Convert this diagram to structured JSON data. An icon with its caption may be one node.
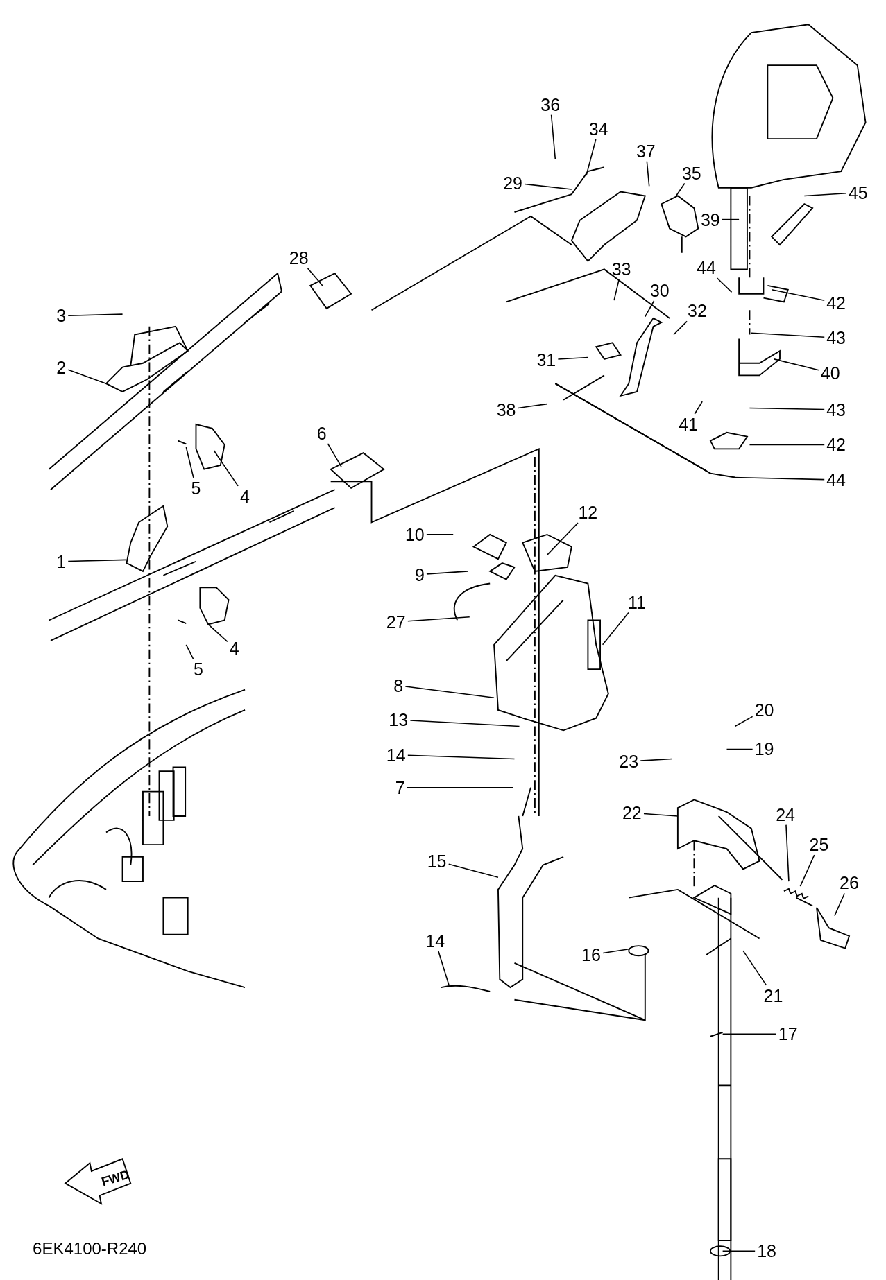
{
  "diagram": {
    "nodes": [
      {
        "text": [
          "36"
        ]
      },
      {
        "text": [
          "34"
        ]
      },
      {
        "text": [
          "37"
        ]
      },
      {
        "text": [
          "35"
        ]
      },
      {
        "text": [
          "29"
        ]
      },
      {
        "text": [
          "39"
        ]
      },
      {
        "text": [
          "45"
        ]
      },
      {
        "text": [
          "28"
        ]
      },
      {
        "text": [
          "33"
        ]
      },
      {
        "text": [
          "30"
        ]
      },
      {
        "text": [
          "44"
        ]
      },
      {
        "text": [
          "42"
        ]
      },
      {
        "text": [
          "32"
        ]
      },
      {
        "text": [
          "43"
        ]
      },
      {
        "text": [
          "3"
        ]
      },
      {
        "text": [
          "31"
        ]
      },
      {
        "text": [
          "40"
        ]
      },
      {
        "text": [
          "2"
        ]
      },
      {
        "text": [
          "38"
        ]
      },
      {
        "text": [
          "41"
        ]
      },
      {
        "text": [
          "43"
        ]
      },
      {
        "text": [
          "6"
        ]
      },
      {
        "text": [
          "42"
        ]
      },
      {
        "text": [
          "5"
        ]
      },
      {
        "text": [
          "4"
        ]
      },
      {
        "text": [
          "44"
        ]
      },
      {
        "text": [
          "1"
        ]
      },
      {
        "text": [
          "12"
        ]
      },
      {
        "text": [
          "10"
        ]
      },
      {
        "text": [
          "9"
        ]
      },
      {
        "text": [
          "11"
        ]
      },
      {
        "text": [
          "27"
        ]
      },
      {
        "text": [
          "8"
        ]
      },
      {
        "text": [
          "5"
        ]
      },
      {
        "text": [
          "4"
        ]
      },
      {
        "text": [
          "13"
        ]
      },
      {
        "text": [
          "20"
        ]
      },
      {
        "text": [
          "14"
        ]
      },
      {
        "text": [
          "19"
        ]
      },
      {
        "text": [
          "23"
        ]
      },
      {
        "text": [
          "7"
        ]
      },
      {
        "text": [
          "22"
        ]
      },
      {
        "text": [
          "24"
        ]
      },
      {
        "text": [
          "25"
        ]
      },
      {
        "text": [
          "15"
        ]
      },
      {
        "text": [
          "26"
        ]
      },
      {
        "text": [
          "14"
        ]
      },
      {
        "text": [
          "16"
        ]
      },
      {
        "text": [
          "21"
        ]
      },
      {
        "text": [
          "17"
        ]
      },
      {
        "text": [
          "18"
        ]
      }
    ],
    "edges": [
      {
        "from": 0,
        "to": null,
        "arrow": "none"
      },
      {
        "from": 1,
        "to": null,
        "arrow": "none"
      },
      {
        "from": 2,
        "to": null,
        "arrow": "none"
      },
      {
        "from": 3,
        "to": null,
        "arrow": "none"
      },
      {
        "from": 4,
        "to": null,
        "arrow": "none"
      },
      {
        "from": 5,
        "to": null,
        "arrow": "none"
      },
      {
        "from": 6,
        "to": null,
        "arrow": "none"
      },
      {
        "from": 7,
        "to": null,
        "arrow": "none"
      },
      {
        "from": 8,
        "to": null,
        "arrow": "none"
      },
      {
        "from": 9,
        "to": null,
        "arrow": "none"
      },
      {
        "from": 10,
        "to": null,
        "arrow": "none"
      },
      {
        "from": 11,
        "to": null,
        "arrow": "none"
      },
      {
        "from": 12,
        "to": null,
        "arrow": "none"
      },
      {
        "from": 13,
        "to": null,
        "arrow": "none"
      },
      {
        "from": 14,
        "to": null,
        "arrow": "none"
      },
      {
        "from": 15,
        "to": null,
        "arrow": "none"
      },
      {
        "from": 16,
        "to": null,
        "arrow": "none"
      },
      {
        "from": 17,
        "to": null,
        "arrow": "none"
      },
      {
        "from": 18,
        "to": null,
        "arrow": "none"
      },
      {
        "from": 19,
        "to": null,
        "arrow": "none"
      },
      {
        "from": 20,
        "to": null,
        "arrow": "none"
      },
      {
        "from": 21,
        "to": null,
        "arrow": "none"
      },
      {
        "from": 22,
        "to": null,
        "arrow": "none"
      },
      {
        "from": 23,
        "to": null,
        "arrow": "none"
      },
      {
        "from": 24,
        "to": null,
        "arrow": "none"
      },
      {
        "from": 25,
        "to": null,
        "arrow": "none"
      },
      {
        "from": 26,
        "to": null,
        "arrow": "none"
      },
      {
        "from": 27,
        "to": null,
        "arrow": "none"
      },
      {
        "from": 28,
        "to": null,
        "arrow": "none"
      },
      {
        "from": 29,
        "to": null,
        "arrow": "none"
      },
      {
        "from": 30,
        "to": null,
        "arrow": "none"
      },
      {
        "from": 31,
        "to": null,
        "arrow": "none"
      },
      {
        "from": 32,
        "to": null,
        "arrow": "none"
      },
      {
        "from": 33,
        "to": null,
        "arrow": "none"
      },
      {
        "from": 34,
        "to": null,
        "arrow": "none"
      },
      {
        "from": 35,
        "to": null,
        "arrow": "none"
      },
      {
        "from": 36,
        "to": null,
        "arrow": "none"
      },
      {
        "from": 37,
        "to": null,
        "arrow": "none"
      },
      {
        "from": 38,
        "to": null,
        "arrow": "none"
      },
      {
        "from": 39,
        "to": null,
        "arrow": "none"
      },
      {
        "from": 40,
        "to": null,
        "arrow": "none"
      },
      {
        "from": 41,
        "to": null,
        "arrow": "none"
      },
      {
        "from": 42,
        "to": null,
        "arrow": "none"
      },
      {
        "from": 43,
        "to": null,
        "arrow": "none"
      },
      {
        "from": 44,
        "to": null,
        "arrow": "none"
      },
      {
        "from": 45,
        "to": null,
        "arrow": "none"
      },
      {
        "from": 46,
        "to": null,
        "arrow": "none"
      },
      {
        "from": 47,
        "to": null,
        "arrow": "none"
      },
      {
        "from": 48,
        "to": null,
        "arrow": "none"
      },
      {
        "from": 49,
        "to": null,
        "arrow": "none"
      },
      {
        "from": 50,
        "to": null,
        "arrow": "none"
      }
    ],
    "labels": [
      "FWD",
      "6EK4100-R240"
    ]
  }
}
